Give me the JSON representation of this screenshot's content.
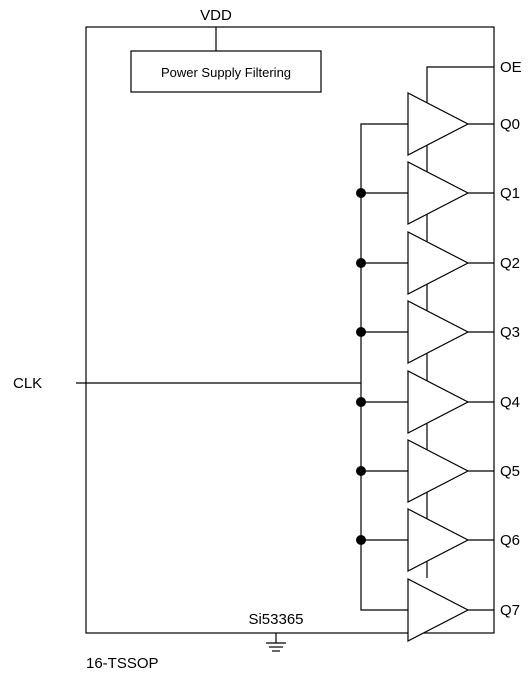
{
  "labels": {
    "vdd": "VDD",
    "oe": "OE",
    "clk": "CLK",
    "part_number": "Si53365",
    "package": "16-TSSOP",
    "filter_block": "Power Supply Filtering"
  },
  "outputs": [
    "Q0",
    "Q1",
    "Q2",
    "Q3",
    "Q4",
    "Q5",
    "Q6",
    "Q7"
  ],
  "colors": {
    "line": "#000000",
    "background": "#ffffff"
  },
  "icons": {
    "ground": "ground-symbol-icon"
  }
}
